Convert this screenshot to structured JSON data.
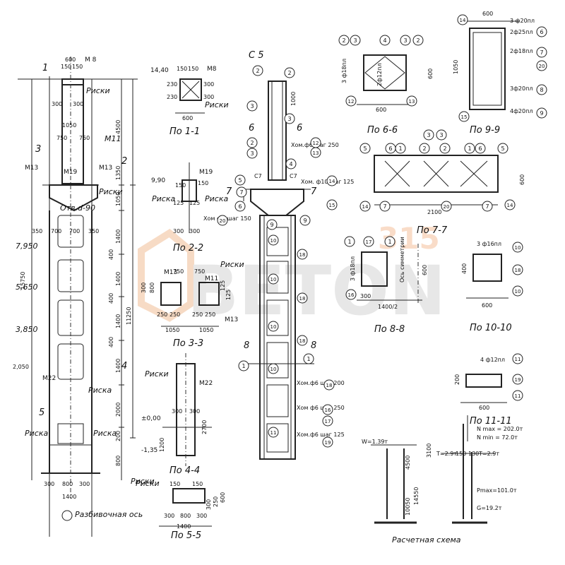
{
  "watermark": {
    "letters": "BETON",
    "number": "315"
  },
  "elevation": {
    "top_width": "600",
    "top_dims": [
      "150",
      "150"
    ],
    "anchor": "M 8",
    "section_1": "1",
    "risk_label": "Риски",
    "risk_label2": "Риски",
    "risk_label3": "Риски",
    "risk_label4": "Риска",
    "risk_label5": "Риска",
    "risk_label6": "Риска",
    "top_elev": "14,40",
    "dim_300_a": "300",
    "dim_300_b": "300",
    "dim_1050": "1050",
    "dim_750_a": "750",
    "dim_750_b": "750",
    "m11": "M11",
    "m13_l": "M13",
    "m13_r": "M13",
    "m19": "M19",
    "sec3": "3",
    "sec2": "2",
    "sec4": "4",
    "sec5": "5",
    "elev_990": "9,90",
    "otv": "Отв.d-90",
    "elev_7950": "7,950",
    "elev_5650": "5,650",
    "elev_3850": "3,850",
    "elev_2050": "2,050",
    "elev_000": "±0,00",
    "elev_135": "-1,35",
    "m22": "M22",
    "h4500": "4500",
    "h15750": "15750",
    "h11250": "11250",
    "h1350": "1350",
    "h1050": "1050",
    "h1400_a": "1400",
    "h1400_b": "1400",
    "h1400_c": "1400",
    "h1400_d": "1400",
    "h2000": "2000",
    "h800": "800",
    "h200": "200",
    "h400_a": "400",
    "h400_b": "400",
    "h400_c": "400",
    "dim_350_a": "350",
    "dim_700_a": "700",
    "dim_700_b": "700",
    "dim_350_b": "350",
    "bot_300_a": "300",
    "bot_800": "800",
    "bot_300_b": "300",
    "bot_1400": "1400",
    "axis": "Разбивочная ось"
  },
  "sections": {
    "s11": {
      "title": "По 1-1",
      "d1": "150",
      "d2": "150",
      "d3": "600",
      "d4": "230",
      "d5": "230",
      "d6": "300",
      "d7": "300",
      "m": "M8",
      "r": "Риски"
    },
    "s22": {
      "title": "По 2-2",
      "m": "M19",
      "r1": "Риска",
      "r2": "Риска",
      "d1": "125",
      "d2": "125",
      "d3": "300",
      "d4": "300",
      "d5": "150",
      "d6": "150"
    },
    "s33": {
      "title": "По 3-3",
      "m13a": "M13",
      "m11": "M11",
      "m13b": "M13",
      "r": "Риски",
      "d750a": "750",
      "d750b": "750",
      "d250a": "250",
      "d250b": "250",
      "d250c": "250",
      "d250d": "250",
      "d1050a": "1050",
      "d1050b": "1050",
      "d300": "300",
      "d800": "800",
      "d125a": "125",
      "d125b": "125"
    },
    "s44": {
      "title": "По 4-4",
      "m": "M22",
      "r": "Риски",
      "d300a": "300",
      "d300b": "300",
      "d2700": "2700",
      "d1200": "1200"
    },
    "s55": {
      "title": "По 5-5",
      "r": "Риски",
      "d150a": "150",
      "d150b": "150",
      "d300a": "300",
      "d300b": "300",
      "d800": "800",
      "d1400": "1400",
      "d600": "600",
      "d250": "250",
      "d300c": "300"
    },
    "s66": {
      "title": "По 6-6",
      "b2a": "2",
      "b2b": "2",
      "b3a": "3",
      "b3b": "3",
      "b4": "4",
      "b12": "12",
      "b13": "13",
      "d600a": "600",
      "d600b": "600",
      "note1": "3 ф18пл",
      "note2": "2ф12пл"
    },
    "s77": {
      "title": "По 7-7",
      "d2100": "2100",
      "d600": "600",
      "b5a": "5",
      "b5b": "5",
      "b6a": "6",
      "b1a": "1",
      "b2": "2",
      "b3a": "3",
      "b3b": "3",
      "b2b": "2",
      "b1b": "1",
      "b6b": "6",
      "b14a": "14",
      "b7a": "7",
      "b20": "20",
      "b7b": "7",
      "b14b": "14"
    },
    "s88": {
      "title": "По 8-8",
      "b1": "1",
      "b17": "17",
      "b1b": "1",
      "b16": "16",
      "note": "3 ф18пл",
      "axis": "Ось симметрии",
      "d300": "300",
      "d1400": "1400/2",
      "d600": "600"
    },
    "s99": {
      "title": "По 9-9",
      "d600": "600",
      "d1050": "1050",
      "n1": "3 ф20пл",
      "n2": "2ф25пл",
      "n3": "2ф18пл",
      "n4": "3ф20пл",
      "n5": "4ф20пл",
      "b14": "14",
      "b6": "6",
      "b7": "7",
      "b20": "20",
      "b8": "8",
      "b9": "9",
      "b15": "15"
    },
    "s1010": {
      "title": "По 10-10",
      "n": "3 ф16пл",
      "d400": "400",
      "d600": "600",
      "b10a": "10",
      "b18": "18",
      "b10b": "10"
    },
    "s1111": {
      "title": "По 11-11",
      "n": "4 ф12пл",
      "d200": "200",
      "d600": "600",
      "b11a": "11",
      "b19": "19",
      "b11b": "11"
    }
  },
  "column": {
    "c5": "C 5",
    "c7a": "C7",
    "c7b": "C7",
    "s6a": "6",
    "s6b": "6",
    "s7a": "7",
    "s7b": "7",
    "s8a": "8",
    "s8b": "8",
    "b2a": "2",
    "b2b": "2",
    "b3a": "3",
    "b3b": "3",
    "b2c": "2",
    "b3c": "3",
    "b4": "4",
    "b5": "5",
    "b7": "7",
    "b6": "6",
    "b9a": "9",
    "b9b": "9",
    "b20": "20",
    "b10a": "10",
    "b10b": "10",
    "b10c": "10",
    "b10d": "10",
    "b18a": "18",
    "b18b": "18",
    "b18c": "18",
    "b1a": "1",
    "b1b": "1",
    "b11": "11",
    "h1000": "1000",
    "hom1": "Хом.ф6 шаг 250",
    "b12": "12",
    "b13": "13",
    "hom2": "Хом. ф10 шаг 125",
    "b14": "14",
    "b15": "15",
    "hom3": "Хом ф8 шаг 150",
    "hom4": "Хом.ф6 шаг 200",
    "b18d": "18",
    "hom5": "Хом ф6 шаг 250",
    "b16": "16",
    "b17": "17",
    "hom6": "Хом.ф6 шаг 125",
    "b19": "19"
  },
  "scheme": {
    "title": "Расчетная схема",
    "w": "W=1.39т",
    "nmax": "N max = 202.0т",
    "nmin": "N min = 72.0т",
    "t1": "T=2.9т",
    "t2": "T=2.9т",
    "d150": "150",
    "d130": "130",
    "pmax": "Pmax=101.0т",
    "g": "G=19.2т",
    "h3100": "3100",
    "h4500": "4500",
    "h14550": "14550",
    "h10050": "10050"
  }
}
